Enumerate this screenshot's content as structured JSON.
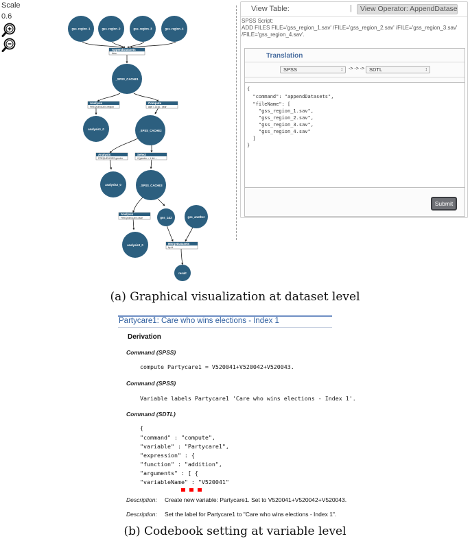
{
  "zoom": {
    "scale_label": "Scale",
    "scale_value": "0.6",
    "zoom_in_icon": "zoom-in-icon",
    "zoom_out_icon": "zoom-out-icon"
  },
  "graph": {
    "colors": {
      "node": "#2c5f7f",
      "edge": "#222222",
      "box_header": "#2c5f7f",
      "box_body": "#ffffff"
    },
    "nodes": {
      "r1": "gss_region_1",
      "r2": "gss_region_2",
      "r3": "gss_region_3",
      "r4": "gss_region_4",
      "cache1": "_SPSS_CACHE1",
      "analysis1": "analysis1_0",
      "cache2": "_SPSS_CACHE2",
      "analysis2": "analysis2_0",
      "cache3": "_SPSS_CACHE3",
      "gss_1a2": "gss_1&2",
      "gss_another": "gss_another",
      "analysis3": "analysis3_0",
      "result": "result"
    },
    "boxes": {
      "append": {
        "title": "AppendDatasets",
        "sub": "fsize"
      },
      "analysis_a": {
        "title": "Analysis",
        "sub": "FREQUENCIES region"
      },
      "compute": {
        "title": "Compute",
        "sub": "age = 2016 - year"
      },
      "analysis_b": {
        "title": "Analysis",
        "sub": "FREQUENCIES gender"
      },
      "select": {
        "title": "Select",
        "sub": "if (gender = 1 && ..."
      },
      "analysis_c": {
        "title": "Analysis",
        "sub": "FREQUENCIES race"
      },
      "merge": {
        "title": "MergeDatasets",
        "sub": "by id"
      }
    }
  },
  "panel": {
    "view_table": "View Table:",
    "separator": "|",
    "view_operator": "View Operator: AppendDatasets",
    "script_label": "SPSS Script:",
    "script_lines": [
      "ADD FILES FILE='gss_region_1.sav' /FILE='gss_region_2.sav' /FILE='gss_region_3.sav'",
      "/FILE='gss_region_4.sav'."
    ],
    "translation_title": "Translation",
    "from_lang": "SPSS",
    "arrows": "-> -> ->",
    "to_lang": "SDTL",
    "json_lines": [
      "{",
      "  \"command\": \"appendDatasets\",",
      "  \"fileName\": [",
      "    \"gss_region_1.sav\",",
      "    \"gss_region_2.sav\",",
      "    \"gss_region_3.sav\",",
      "    \"gss_region_4.sav\"",
      "  ]",
      "}"
    ],
    "submit": "Submit"
  },
  "captions": {
    "a": "(a) Graphical visualization at dataset level",
    "b": "(b) Codebook setting at variable level"
  },
  "codebook": {
    "title": "Partycare1: Care who wins elections - Index 1",
    "derivation": "Derivation",
    "cmd1_label": "Command (SPSS)",
    "cmd1_code": "compute Partycare1 = V520041+V520042+V520043.",
    "cmd2_label": "Command (SPSS)",
    "cmd2_code": "Variable labels Partycare1 'Care who wins elections - Index 1'.",
    "cmd3_label": "Command (SDTL)",
    "sdtl_lines": [
      "{",
      "\"command\" : \"compute\",",
      "\"variable\" : \"Partycare1\",",
      "\"expression\" : {",
      "\"function\" : \"addition\",",
      "\"arguments\" : [ {",
      "\"variableName\" : \"V520041\""
    ],
    "desc_label": "Description:",
    "desc1": "Create new variable: Partycare1. Set to V520041+V520042+V520043.",
    "desc2": "Set the label for Partycare1 to \"Care who wins elections - Index 1\"."
  }
}
